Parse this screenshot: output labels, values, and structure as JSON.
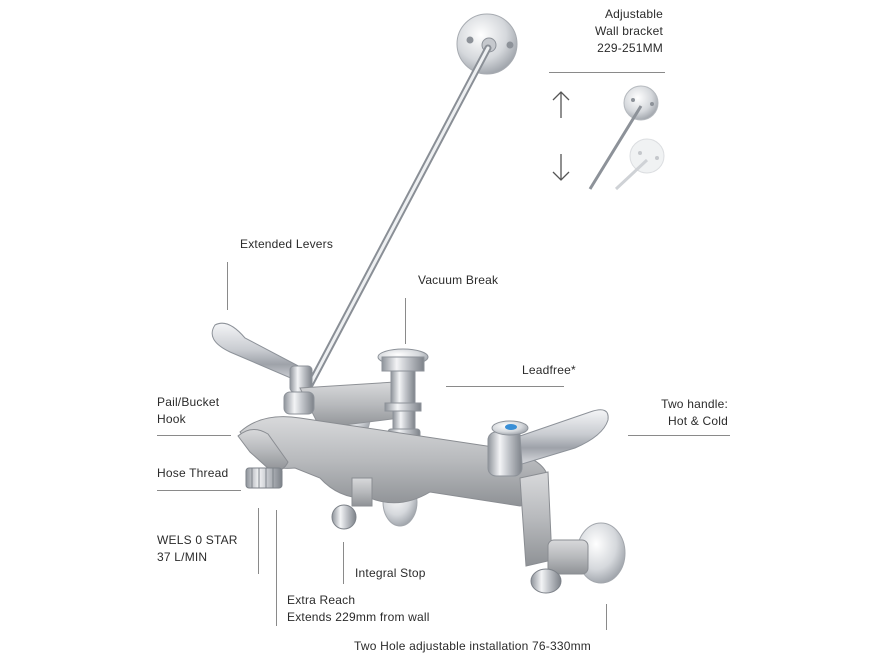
{
  "labels": {
    "wall_bracket": [
      "Adjustable",
      "Wall bracket",
      "229-251MM"
    ],
    "extended_levers": "Extended Levers",
    "vacuum_break": "Vacuum Break",
    "leadfree": "Leadfree*",
    "pail_hook": [
      "Pail/Bucket",
      "Hook"
    ],
    "two_handle": [
      "Two handle:",
      "Hot & Cold"
    ],
    "hose_thread": "Hose Thread",
    "wels": [
      "WELS 0 STAR",
      "37 L/MIN"
    ],
    "integral_stop": "Integral Stop",
    "extra_reach": [
      "Extra Reach",
      "Extends 229mm from wall"
    ],
    "two_hole": "Two Hole adjustable installation 76-330mm"
  },
  "icons": {
    "up_arrow": "arrow-up-icon",
    "down_arrow": "arrow-down-icon"
  },
  "colors": {
    "text": "#2b2b2b",
    "leader_line": "#8a8a8a",
    "chrome_light": "#f2f3f5",
    "chrome_mid": "#b9bcc2",
    "chrome_dark": "#6e737b",
    "cold_indicator": "#3a8fd6"
  }
}
